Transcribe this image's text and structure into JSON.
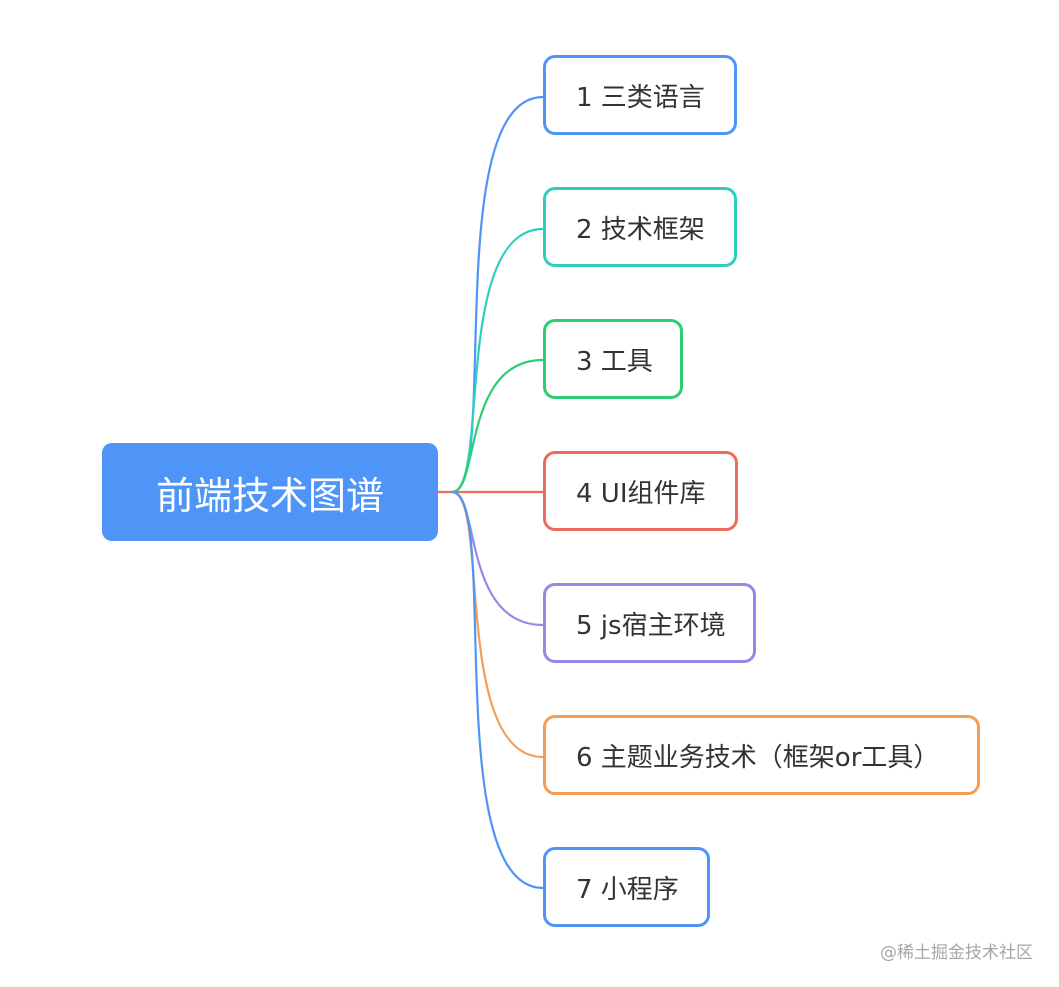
{
  "diagram": {
    "root": {
      "label": "前端技术图谱",
      "color": "#4f94f7"
    },
    "branches": [
      {
        "id": "b1",
        "label": "1 三类语言",
        "color": "#4f94f7"
      },
      {
        "id": "b2",
        "label": "2 技术框架",
        "color": "#2ecdc2"
      },
      {
        "id": "b3",
        "label": "3 工具",
        "color": "#2dce72"
      },
      {
        "id": "b4",
        "label": "4 UI组件库",
        "color": "#ee6a5e"
      },
      {
        "id": "b5",
        "label": "5 js宿主环境",
        "color": "#9a86e6"
      },
      {
        "id": "b6",
        "label": "6 主题业务技术（框架or工具）",
        "color": "#f59d55"
      },
      {
        "id": "b7",
        "label": "7 小程序",
        "color": "#4f94f7"
      }
    ]
  },
  "watermark": "@稀土掘金技术社区"
}
